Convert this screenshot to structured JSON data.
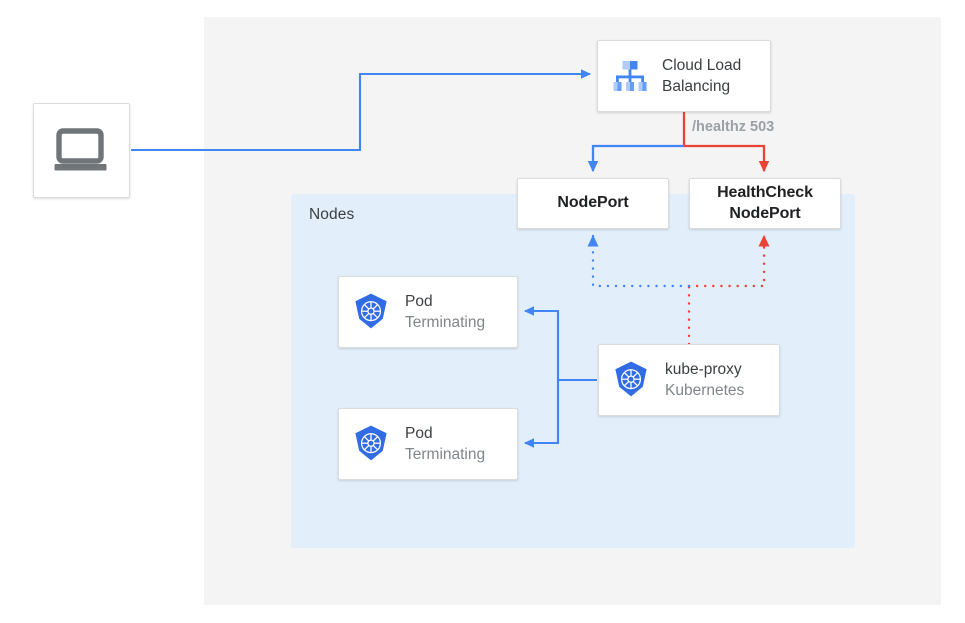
{
  "diagram": {
    "title": "Cloud Load Balancing health check failover to Kubernetes NodePort",
    "regions": {
      "outer": {
        "name": "cloud-region",
        "fill": "#f4f4f5"
      },
      "nodes": {
        "label": "Nodes",
        "fill": "#e3eefb"
      }
    },
    "colors": {
      "blue": "#4285f4",
      "blue_line": "#4285f4",
      "red": "#ea4335",
      "gray_text": "#3c4043",
      "gray_sub": "#80868b",
      "gray_label": "#9aa0a6",
      "card_border": "#dadce0",
      "kubernetes_blue": "#326ce5",
      "laptop_gray": "#70757a"
    },
    "nodes_list": [
      {
        "id": "client",
        "name": "client-device",
        "icon": "laptop-icon",
        "title": "",
        "subtitle": ""
      },
      {
        "id": "cloud-load-balancing",
        "name": "cloud-load-balancing",
        "icon": "cloud-load-balancing-icon",
        "title": "Cloud Load Balancing",
        "subtitle": ""
      },
      {
        "id": "nodeport",
        "name": "nodeport",
        "icon": "",
        "title": "NodePort",
        "subtitle": ""
      },
      {
        "id": "healthcheck-nodeport",
        "name": "healthcheck-nodeport",
        "icon": "",
        "title_line1": "HealthCheck",
        "title_line2": "NodePort",
        "subtitle": ""
      },
      {
        "id": "pod-1",
        "name": "pod-terminating-1",
        "icon": "kubernetes-icon",
        "title": "Pod",
        "subtitle": "Terminating"
      },
      {
        "id": "pod-2",
        "name": "pod-terminating-2",
        "icon": "kubernetes-icon",
        "title": "Pod",
        "subtitle": "Terminating"
      },
      {
        "id": "kube-proxy",
        "name": "kube-proxy",
        "icon": "kubernetes-icon",
        "title": "kube-proxy",
        "subtitle": "Kubernetes"
      }
    ],
    "edge_labels": {
      "healthz": "/healthz 503"
    },
    "edges": [
      {
        "from": "client",
        "to": "cloud-load-balancing",
        "style": "solid",
        "color": "#4285f4",
        "arrow": true
      },
      {
        "from": "cloud-load-balancing",
        "to": "nodeport",
        "style": "solid",
        "color": "#4285f4",
        "arrow": true
      },
      {
        "from": "cloud-load-balancing",
        "to": "healthcheck-nodeport",
        "style": "solid",
        "color": "#ea4335",
        "arrow": true,
        "label": "/healthz 503"
      },
      {
        "from": "kube-proxy",
        "to": "nodeport",
        "style": "dotted",
        "color": "#4285f4",
        "arrow": true
      },
      {
        "from": "kube-proxy",
        "to": "healthcheck-nodeport",
        "style": "dotted",
        "color": "#ea4335",
        "arrow": true
      },
      {
        "from": "kube-proxy",
        "to": "pod-1",
        "style": "solid",
        "color": "#4285f4",
        "arrow": true
      },
      {
        "from": "kube-proxy",
        "to": "pod-2",
        "style": "solid",
        "color": "#4285f4",
        "arrow": true
      }
    ]
  },
  "labels": {
    "client_title": "",
    "clb_title": "Cloud Load Balancing",
    "nodeport_label": "NodePort",
    "hc_nodeport_line1": "HealthCheck",
    "hc_nodeport_line2": "NodePort",
    "pod_title": "Pod",
    "pod_subtitle": "Terminating",
    "kube_proxy_title": "kube-proxy",
    "kube_proxy_subtitle": "Kubernetes",
    "nodes_region": "Nodes",
    "healthz": "/healthz 503"
  }
}
